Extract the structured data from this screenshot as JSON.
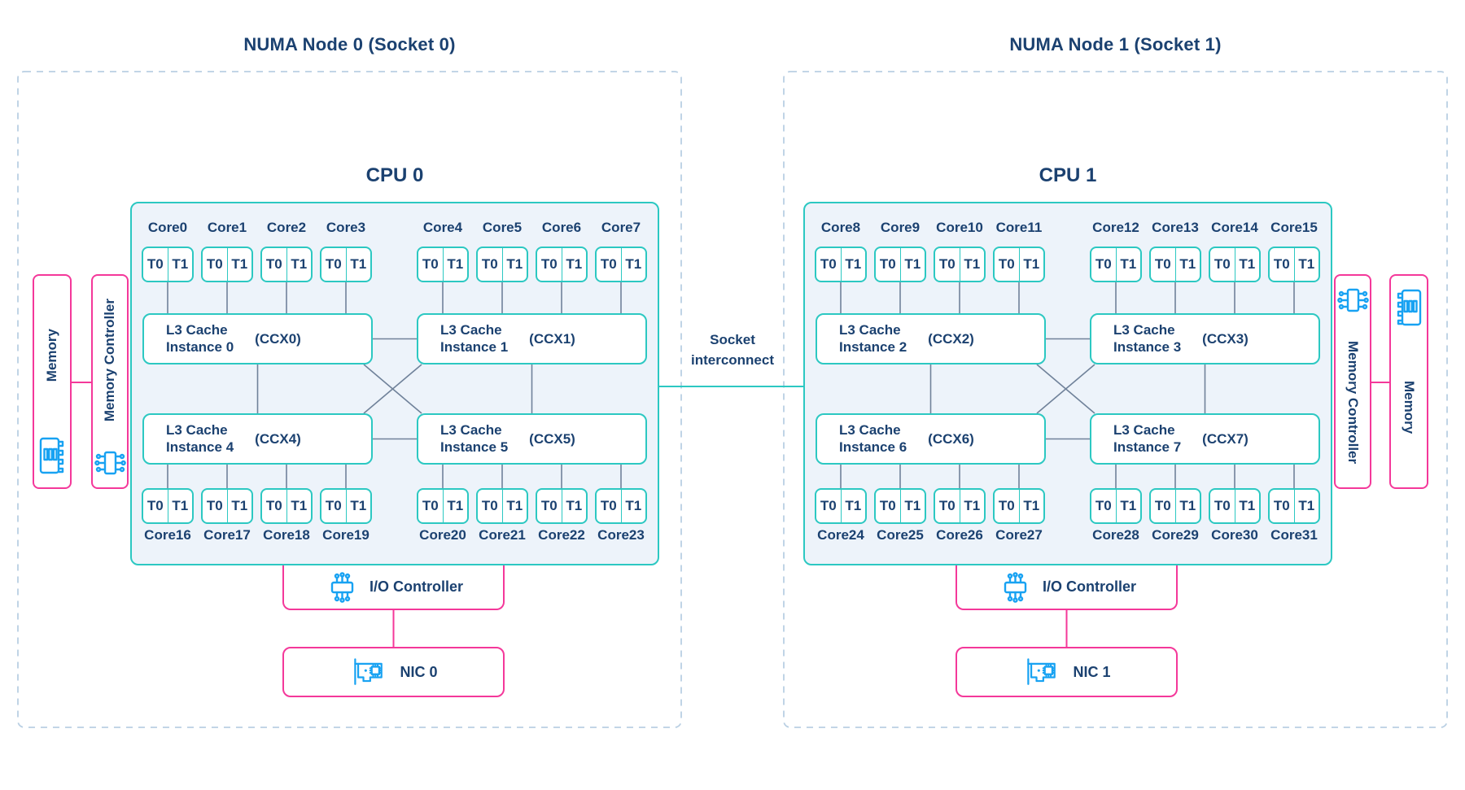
{
  "nodes": [
    {
      "title": "NUMA Node 0 (Socket 0)",
      "cpu_label": "CPU 0",
      "cores_top": [
        "Core0",
        "Core1",
        "Core2",
        "Core3",
        "Core4",
        "Core5",
        "Core6",
        "Core7"
      ],
      "cores_bottom": [
        "Core16",
        "Core17",
        "Core18",
        "Core19",
        "Core20",
        "Core21",
        "Core22",
        "Core23"
      ],
      "ccx": [
        {
          "l1": "L3 Cache",
          "l2": "Instance 0",
          "tag": "(CCX0)"
        },
        {
          "l1": "L3 Cache",
          "l2": "Instance 1",
          "tag": "(CCX1)"
        },
        {
          "l1": "L3 Cache",
          "l2": "Instance 4",
          "tag": "(CCX4)"
        },
        {
          "l1": "L3 Cache",
          "l2": "Instance 5",
          "tag": "(CCX5)"
        }
      ],
      "memory": "Memory",
      "memory_controller": "Memory Controller",
      "io_controller": "I/O Controller",
      "nic": "NIC 0"
    },
    {
      "title": "NUMA Node 1 (Socket 1)",
      "cpu_label": "CPU 1",
      "cores_top": [
        "Core8",
        "Core9",
        "Core10",
        "Core11",
        "Core12",
        "Core13",
        "Core14",
        "Core15"
      ],
      "cores_bottom": [
        "Core24",
        "Core25",
        "Core26",
        "Core27",
        "Core28",
        "Core29",
        "Core30",
        "Core31"
      ],
      "ccx": [
        {
          "l1": "L3 Cache",
          "l2": "Instance 2",
          "tag": "(CCX2)"
        },
        {
          "l1": "L3 Cache",
          "l2": "Instance 3",
          "tag": "(CCX3)"
        },
        {
          "l1": "L3 Cache",
          "l2": "Instance 6",
          "tag": "(CCX6)"
        },
        {
          "l1": "L3 Cache",
          "l2": "Instance 7",
          "tag": "(CCX7)"
        }
      ],
      "memory": "Memory",
      "memory_controller": "Memory Controller",
      "io_controller": "I/O Controller",
      "nic": "NIC 1"
    }
  ],
  "threads": [
    "T0",
    "T1"
  ],
  "interconnect": {
    "line1": "Socket",
    "line2": "interconnect"
  },
  "colors": {
    "navy": "#1B4170",
    "teal": "#2CC8C2",
    "pink": "#F4389A",
    "azure": "#18A2F2",
    "cpu_fill": "#EDF3FA",
    "wire": "#70829A",
    "dash": "#B9CFE3"
  }
}
